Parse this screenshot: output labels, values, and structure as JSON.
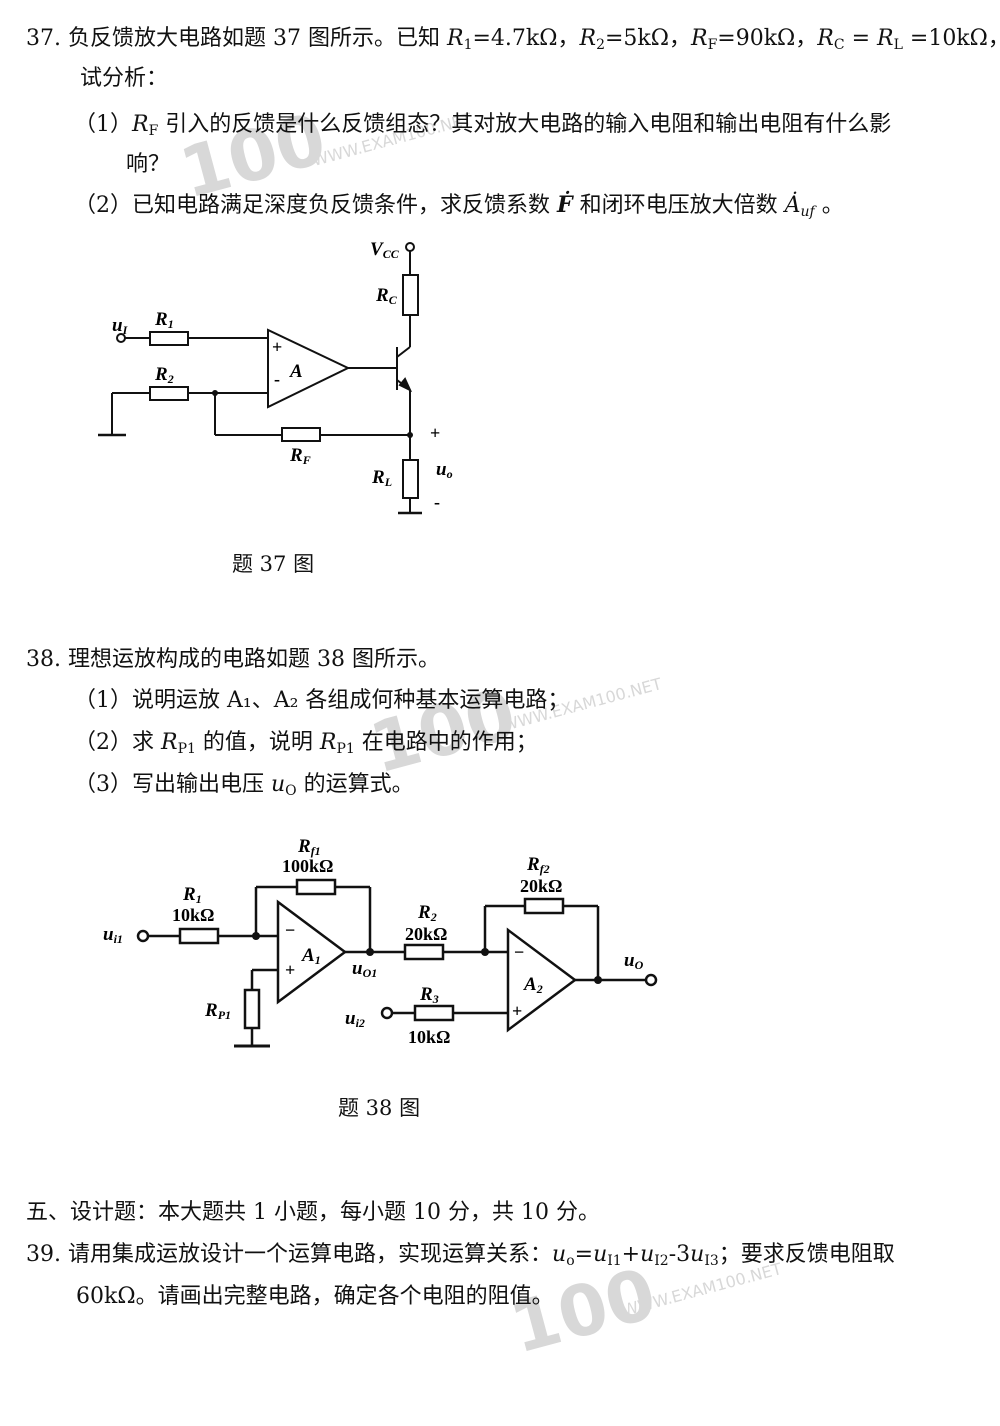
{
  "q37": {
    "number": "37.",
    "stem_a": "负反馈放大电路如题 37 图所示。已知 ",
    "r1": "=4.7kΩ，",
    "r2": "=5kΩ，",
    "rf": "=90kΩ，",
    "rc_rl": " = ",
    "rl": " =10kΩ，",
    "stem_b": "试分析：",
    "item1_a": "（1）",
    "item1_b": " 引入的反馈是什么反馈组态？其对放大电路的输入电阻和输出电阻有什么影",
    "item1_c": "响？",
    "item2_a": "（2）已知电路满足深度负反馈条件，求反馈系数 ",
    "item2_b": " 和闭环电压放大倍数 ",
    "item2_c": " 。",
    "caption": "题 37 图",
    "labels": {
      "vcc": "V",
      "vcc_sub": "CC",
      "rc": "R",
      "rc_sub": "C",
      "r1": "R",
      "r1_sub": "1",
      "r2": "R",
      "r2_sub": "2",
      "rf": "R",
      "rf_sub": "F",
      "rl": "R",
      "rl_sub": "L",
      "ui": "u",
      "ui_sub": "I",
      "uo": "u",
      "uo_sub": "o",
      "amp": "A",
      "plus": "+",
      "minus": "-"
    }
  },
  "q38": {
    "number": "38.",
    "stem": "理想运放构成的电路如题 38 图所示。",
    "item1": "（1）说明运放 A₁、A₂ 各组成何种基本运算电路；",
    "item2_a": "（2）求 ",
    "item2_b": " 的值，说明 ",
    "item2_c": " 在电路中的作用；",
    "item3_a": "（3）写出输出电压 ",
    "item3_b": " 的运算式。",
    "caption": "题 38 图",
    "labels": {
      "rf1": "R",
      "rf1_sub": "f1",
      "rf1_val": "100kΩ",
      "r1": "R",
      "r1_sub": "1",
      "r1_val": "10kΩ",
      "rf2": "R",
      "rf2_sub": "f2",
      "rf2_val": "20kΩ",
      "r2": "R",
      "r2_sub": "2",
      "r2_val": "20kΩ",
      "r3": "R",
      "r3_sub": "3",
      "r3_val": "10kΩ",
      "rp1": "R",
      "rp1_sub": "P1",
      "ui1": "u",
      "ui1_sub": "i1",
      "ui2": "u",
      "ui2_sub": "i2",
      "uo1": "u",
      "uo1_sub": "O1",
      "uo": "u",
      "uo_sub": "O",
      "a1": "A",
      "a1_sub": "1",
      "a2": "A",
      "a2_sub": "2",
      "minus": "−",
      "plus": "+"
    }
  },
  "section5": "五、设计题：本大题共 1 小题，每小题 10 分，共 10 分。",
  "q39": {
    "number": "39.",
    "stem_a": "请用集成运放设计一个运算电路，实现运算关系：",
    "stem_b": "；要求反馈电阻取",
    "stem_c": "60kΩ。请画出完整电路，确定各个电阻的阻值。"
  },
  "watermark": {
    "logo": "100",
    "site": "WWW.EXAM100.NET"
  }
}
